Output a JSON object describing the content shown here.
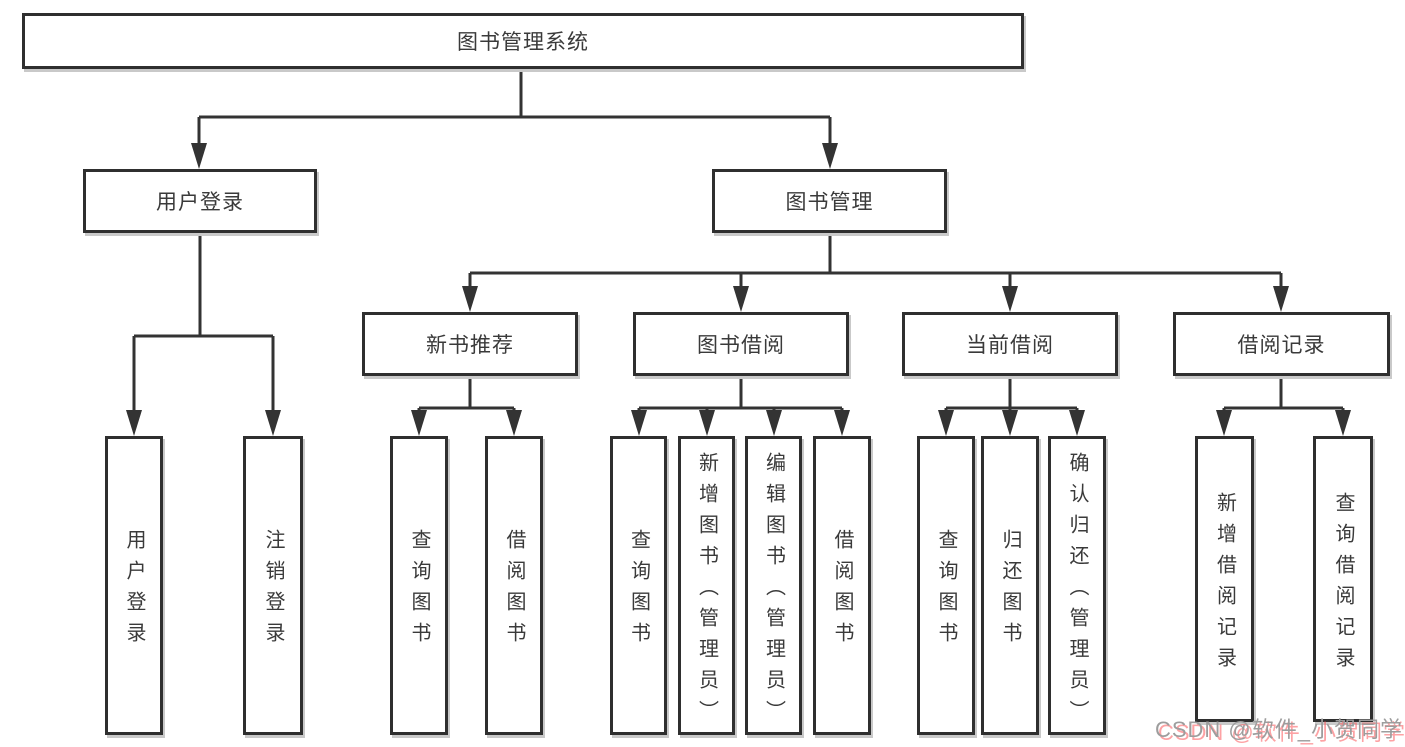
{
  "diagram": {
    "root": {
      "label": "图书管理系统"
    },
    "level2": [
      {
        "label": "用户登录"
      },
      {
        "label": "图书管理"
      }
    ],
    "level3": [
      {
        "label": "新书推荐"
      },
      {
        "label": "图书借阅"
      },
      {
        "label": "当前借阅"
      },
      {
        "label": "借阅记录"
      }
    ],
    "leaves": [
      {
        "label": "用户登录"
      },
      {
        "label": "注销登录"
      },
      {
        "label": "查询图书"
      },
      {
        "label": "借阅图书"
      },
      {
        "label": "查询图书"
      },
      {
        "label": "新增图书（管理员）"
      },
      {
        "label": "编辑图书（管理员）"
      },
      {
        "label": "借阅图书"
      },
      {
        "label": "查询图书"
      },
      {
        "label": "归还图书"
      },
      {
        "label": "确认归还（管理员）"
      },
      {
        "label": "新增借阅记录"
      },
      {
        "label": "查询借阅记录"
      }
    ],
    "watermark": "CSDN @软件_小贺同学",
    "colors": {
      "line": "#333333",
      "box_border": "#2f2f2f",
      "box_fill": "#ffffff",
      "text": "#3a3a3a",
      "box_shadow": "#c9c9c9",
      "watermark_text": "#9d9d9d",
      "watermark_shadow": "#fc5559"
    }
  }
}
